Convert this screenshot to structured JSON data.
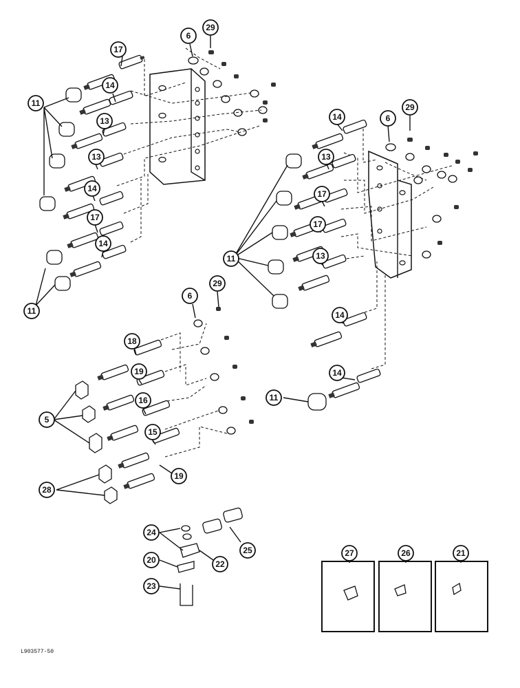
{
  "figure_code": "L903577-50",
  "callouts": {
    "c6a": "6",
    "c29a": "29",
    "c17a": "17",
    "c14a": "14",
    "c13a": "13",
    "c13b": "13",
    "c14b": "14",
    "c17b": "17",
    "c14c": "14",
    "c11a": "11",
    "c11b": "11",
    "c14d": "14",
    "c6b": "6",
    "c29b": "29",
    "c13c": "13",
    "c17c": "17",
    "c17d": "17",
    "c13d": "13",
    "c11c": "11",
    "c14e": "14",
    "c14f": "14",
    "c11d": "11",
    "c6c": "6",
    "c29c": "29",
    "c18": "18",
    "c19a": "19",
    "c16": "16",
    "c15": "15",
    "c19b": "19",
    "c5": "5",
    "c28": "28",
    "c24": "24",
    "c25": "25",
    "c22": "22",
    "c20": "20",
    "c23": "23",
    "c27": "27",
    "c26": "26",
    "c21": "21"
  }
}
